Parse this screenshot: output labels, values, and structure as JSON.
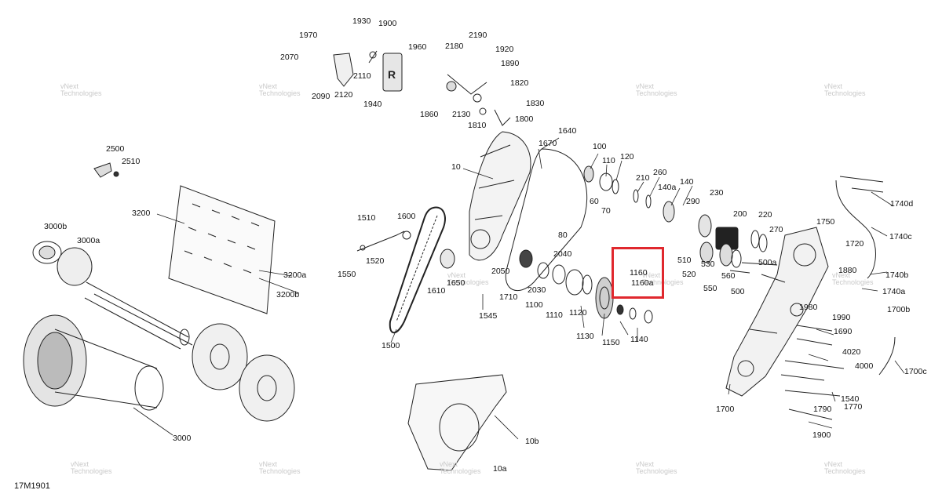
{
  "diagram_code": "17M1901",
  "highlight": {
    "labels": [
      "1160",
      "1160a"
    ],
    "color": "#e0282e"
  },
  "watermark": {
    "line1": "vNext",
    "line2": "Technologies",
    "color": "#c9c9c9"
  },
  "parts": [
    "1930",
    "1900",
    "1970",
    "2070",
    "1960",
    "2180",
    "2190",
    "1920",
    "1890",
    "2110",
    "2090",
    "2120",
    "1940",
    "1820",
    "1830",
    "1860",
    "2130",
    "1810",
    "1800",
    "2500",
    "2510",
    "1640",
    "1670",
    "10",
    "100",
    "110",
    "120",
    "210",
    "260",
    "140a",
    "140",
    "3000b",
    "3000a",
    "3200",
    "3200a",
    "3200b",
    "1510",
    "1600",
    "1550",
    "1520",
    "80",
    "60",
    "70",
    "230",
    "290",
    "200",
    "220",
    "270",
    "1750",
    "1740d",
    "1740c",
    "1720",
    "2040",
    "2050",
    "1610",
    "1650",
    "1710",
    "1545",
    "1500",
    "1100",
    "2030",
    "1110",
    "1120",
    "1130",
    "1150",
    "1140",
    "510",
    "520",
    "530",
    "560",
    "550",
    "500a",
    "500",
    "1980",
    "1880",
    "1990",
    "1740b",
    "1740a",
    "1700b",
    "1690",
    "4020",
    "4000",
    "1700c",
    "1540",
    "1770",
    "1790",
    "1700",
    "3000",
    "10b",
    "10a"
  ]
}
